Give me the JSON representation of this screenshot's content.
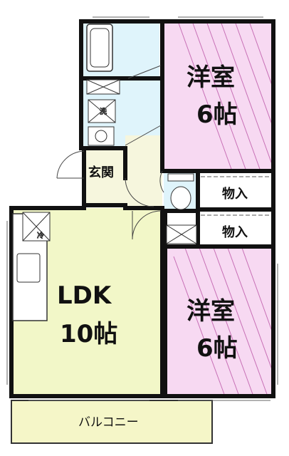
{
  "floorplan": {
    "rooms": {
      "western_room_top": {
        "name": "洋室",
        "size": "6帖"
      },
      "western_room_bottom": {
        "name": "洋室",
        "size": "6帖"
      },
      "ldk": {
        "name": "LDK",
        "size": "10帖"
      },
      "entrance": {
        "name": "玄関"
      },
      "closet_top": {
        "name": "物入"
      },
      "closet_bottom": {
        "name": "物入"
      },
      "balcony": {
        "name": "バルコニー"
      }
    },
    "fixtures": {
      "washer": "洗",
      "fridge": "冷"
    },
    "colors": {
      "western_room": "#f7d9f2",
      "ldk": "#f2f7c8",
      "water_area": "#dff4fb",
      "entrance": "#f6f6dd",
      "balcony": "#f5f6c8",
      "walls": "#111111"
    }
  }
}
